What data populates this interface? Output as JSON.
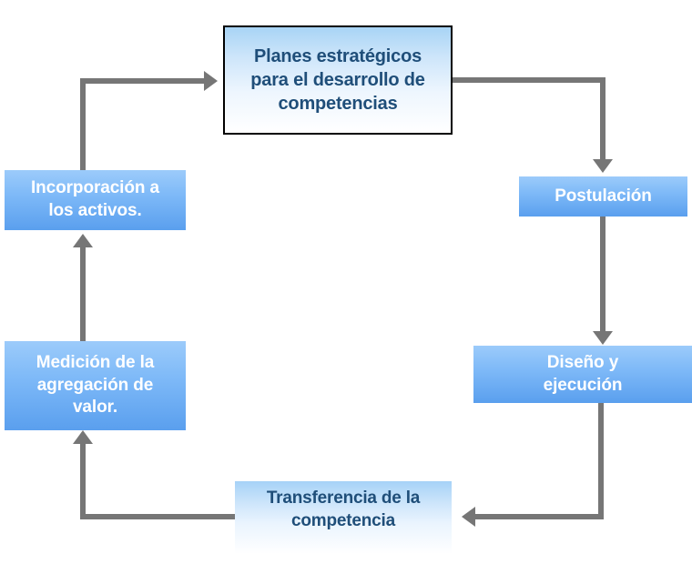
{
  "diagram": {
    "type": "cycle-flowchart",
    "title_text": "",
    "background_color": "#ffffff",
    "connector_color": "#767676",
    "nodes": [
      {
        "id": "planes",
        "label": "Planes estratégicos\npara el desarrollo de\ncompetencias",
        "style": "outlined",
        "text_color": "#1f4e79",
        "fill_top": "#a8d4f5",
        "fill_bottom": "#ffffff",
        "border_color": "#000000"
      },
      {
        "id": "postulacion",
        "label": "Postulación",
        "style": "solid",
        "text_color": "#ffffff",
        "fill_top": "#9ccbfa",
        "fill_bottom": "#5a9fee"
      },
      {
        "id": "diseno",
        "label": "Diseño y\nejecución",
        "style": "solid",
        "text_color": "#ffffff",
        "fill_top": "#9ccbfa",
        "fill_bottom": "#5a9fee"
      },
      {
        "id": "transferencia",
        "label": "Transferencia de la\ncompetencia",
        "style": "faded",
        "text_color": "#1f4e79",
        "fill_top": "#a6d2f7",
        "fill_bottom": "#ffffff"
      },
      {
        "id": "medicion",
        "label": "Medición de la\nagregación de\nvalor.",
        "style": "solid",
        "text_color": "#ffffff",
        "fill_top": "#9ccbfa",
        "fill_bottom": "#5a9fee"
      },
      {
        "id": "incorporacion",
        "label": "Incorporación  a\nlos activos.",
        "style": "solid",
        "text_color": "#ffffff",
        "fill_top": "#9ccbfa",
        "fill_bottom": "#5a9fee"
      }
    ],
    "connectors": [
      {
        "id": "planes-to-postulacion",
        "from": "planes",
        "to": "postulacion",
        "direction": "down"
      },
      {
        "id": "postulacion-to-diseno",
        "from": "postulacion",
        "to": "diseno",
        "direction": "down"
      },
      {
        "id": "diseno-to-transferencia",
        "from": "diseno",
        "to": "transferencia",
        "direction": "left"
      },
      {
        "id": "transferencia-to-medicion",
        "from": "transferencia",
        "to": "medicion",
        "direction": "up"
      },
      {
        "id": "medicion-to-incorporacion",
        "from": "medicion",
        "to": "incorporacion",
        "direction": "up"
      },
      {
        "id": "incorporacion-to-planes",
        "from": "incorporacion",
        "to": "planes",
        "direction": "right"
      }
    ]
  }
}
